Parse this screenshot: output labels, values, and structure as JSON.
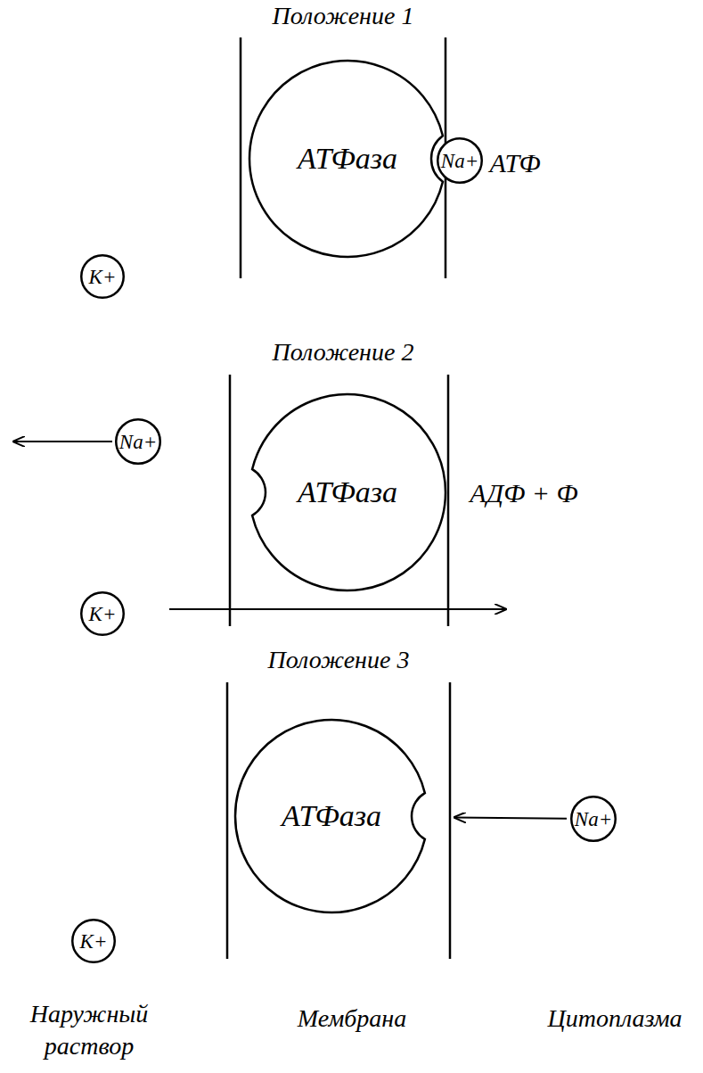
{
  "diagram": {
    "nodes": [
      {
        "text": [
          "АТФаза"
        ]
      },
      {
        "text": [
          "Na+"
        ]
      },
      {
        "text": [
          "K+"
        ]
      },
      {
        "text": [
          "Na+"
        ]
      },
      {
        "text": [
          "АТФаза"
        ]
      },
      {
        "text": [
          "K+"
        ]
      },
      {
        "text": [
          "АТФаза"
        ]
      },
      {
        "text": [
          "Na+"
        ]
      },
      {
        "text": [
          "K+"
        ]
      }
    ],
    "edges": [
      {
        "from": 7,
        "to": 6,
        "arrow": "to"
      }
    ],
    "labels": [
      "Положение 1",
      "АТФ",
      "Положение 2",
      "АДФ + Ф",
      "Положение 3",
      "Наружный раствор",
      "Мембрана",
      "Цитоплазма"
    ]
  }
}
